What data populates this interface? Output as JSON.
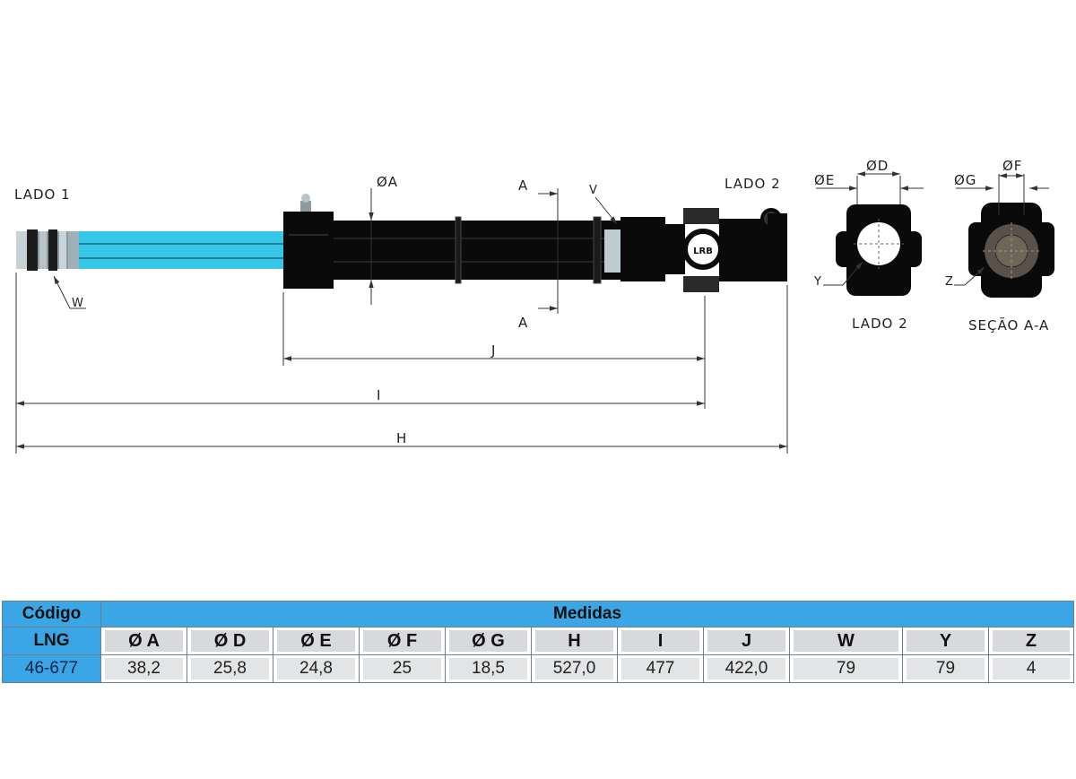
{
  "drawing": {
    "side1_label": "LADO 1",
    "side2_label": "LADO 2",
    "side2_view_label": "LADO 2",
    "section_view_label": "SEÇÃO A-A",
    "section_mark": "A",
    "dim_A": "ØA",
    "dim_D": "ØD",
    "dim_E": "ØE",
    "dim_F": "ØF",
    "dim_G": "ØG",
    "dim_H": "H",
    "dim_I": "I",
    "dim_J": "J",
    "mark_V": "V",
    "mark_W": "W",
    "mark_Y": "Y",
    "mark_Z": "Z",
    "yoke_logo": "LRB",
    "colors": {
      "shaft": "#36c6e6",
      "body": "#0a0a0a",
      "header": "#3aa6e6"
    }
  },
  "table": {
    "code_header": "Código",
    "measures_header": "Medidas",
    "code_subheader": "LNG",
    "columns": [
      "Ø A",
      "Ø D",
      "Ø E",
      "Ø F",
      "Ø G",
      "H",
      "I",
      "J",
      "W",
      "Y",
      "Z"
    ],
    "rows": [
      {
        "code": "46-677",
        "values": [
          "38,2",
          "25,8",
          "24,8",
          "25",
          "18,5",
          "527,0",
          "477",
          "422,0",
          "79",
          "79",
          "4"
        ]
      }
    ]
  }
}
